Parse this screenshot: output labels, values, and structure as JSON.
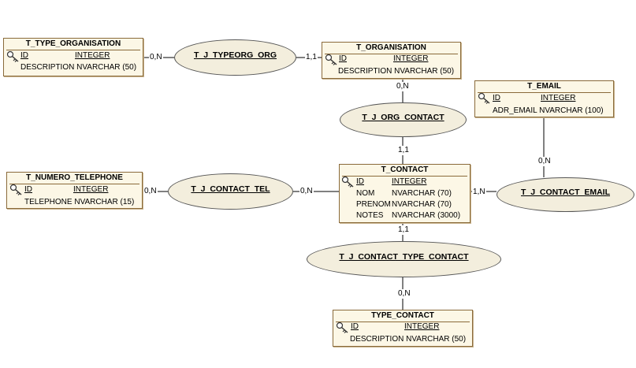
{
  "entities": {
    "type_org": {
      "name": "T_TYPE_ORGANISATION",
      "id_label": "ID",
      "id_type": "INTEGER",
      "attr1": "DESCRIPTION NVARCHAR (50)"
    },
    "organisation": {
      "name": "T_ORGANISATION",
      "id_label": "ID",
      "id_type": "INTEGER",
      "attr1": "DESCRIPTION NVARCHAR (50)"
    },
    "email": {
      "name": "T_EMAIL",
      "id_label": "ID",
      "id_type": "INTEGER",
      "attr1": "ADR_EMAIL NVARCHAR (100)"
    },
    "telephone": {
      "name": "T_NUMERO_TELEPHONE",
      "id_label": "ID",
      "id_type": "INTEGER",
      "attr1": "TELEPHONE NVARCHAR (15)"
    },
    "contact": {
      "name": "T_CONTACT",
      "id_label": "ID",
      "id_type": "INTEGER",
      "nom_label": "NOM",
      "nom_type": "NVARCHAR (70)",
      "prenom_label": "PRENOM",
      "prenom_type": "NVARCHAR (70)",
      "notes_label": "NOTES",
      "notes_type": "NVARCHAR (3000)"
    },
    "type_contact": {
      "name": "TYPE_CONTACT",
      "id_label": "ID",
      "id_type": "INTEGER",
      "attr1": "DESCRIPTION NVARCHAR (50)"
    }
  },
  "relations": {
    "typeorg_org": "T_J_TYPEORG_ORG",
    "org_contact": "T_J_ORG_CONTACT",
    "contact_tel": "T_J_CONTACT_TEL",
    "contact_email": "T_J_CONTACT_EMAIL",
    "contact_type": "T_J_CONTACT_TYPE_CONTACT"
  },
  "cardinalities": {
    "typeorg_left": "0,N",
    "typeorg_right": "1,1",
    "org_contact_top": "0,N",
    "org_contact_bottom": "1,1",
    "tel_left": "0,N",
    "tel_right": "0,N",
    "email_top": "0,N",
    "email_left": "1,N",
    "type_top": "1,1",
    "type_bottom": "0,N"
  },
  "colors": {
    "entity_fill": "#fcf7e6",
    "entity_border": "#8a6a3a",
    "relation_fill": "#f3eedd",
    "line": "#000000"
  }
}
